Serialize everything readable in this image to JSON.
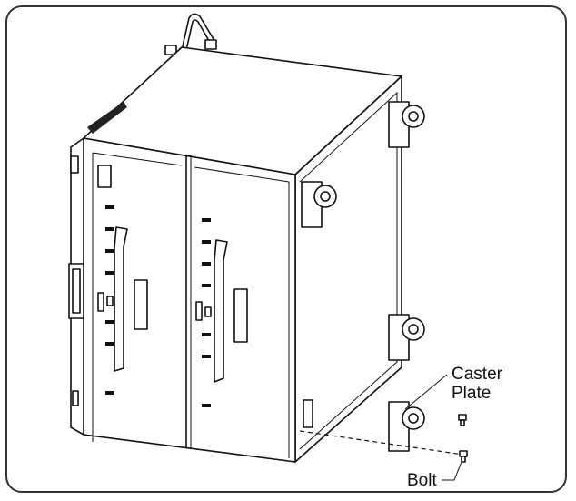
{
  "diagram": {
    "labels": {
      "caster_plate_line1": "Caster",
      "caster_plate_line2": "Plate",
      "bolt": "Bolt"
    }
  }
}
